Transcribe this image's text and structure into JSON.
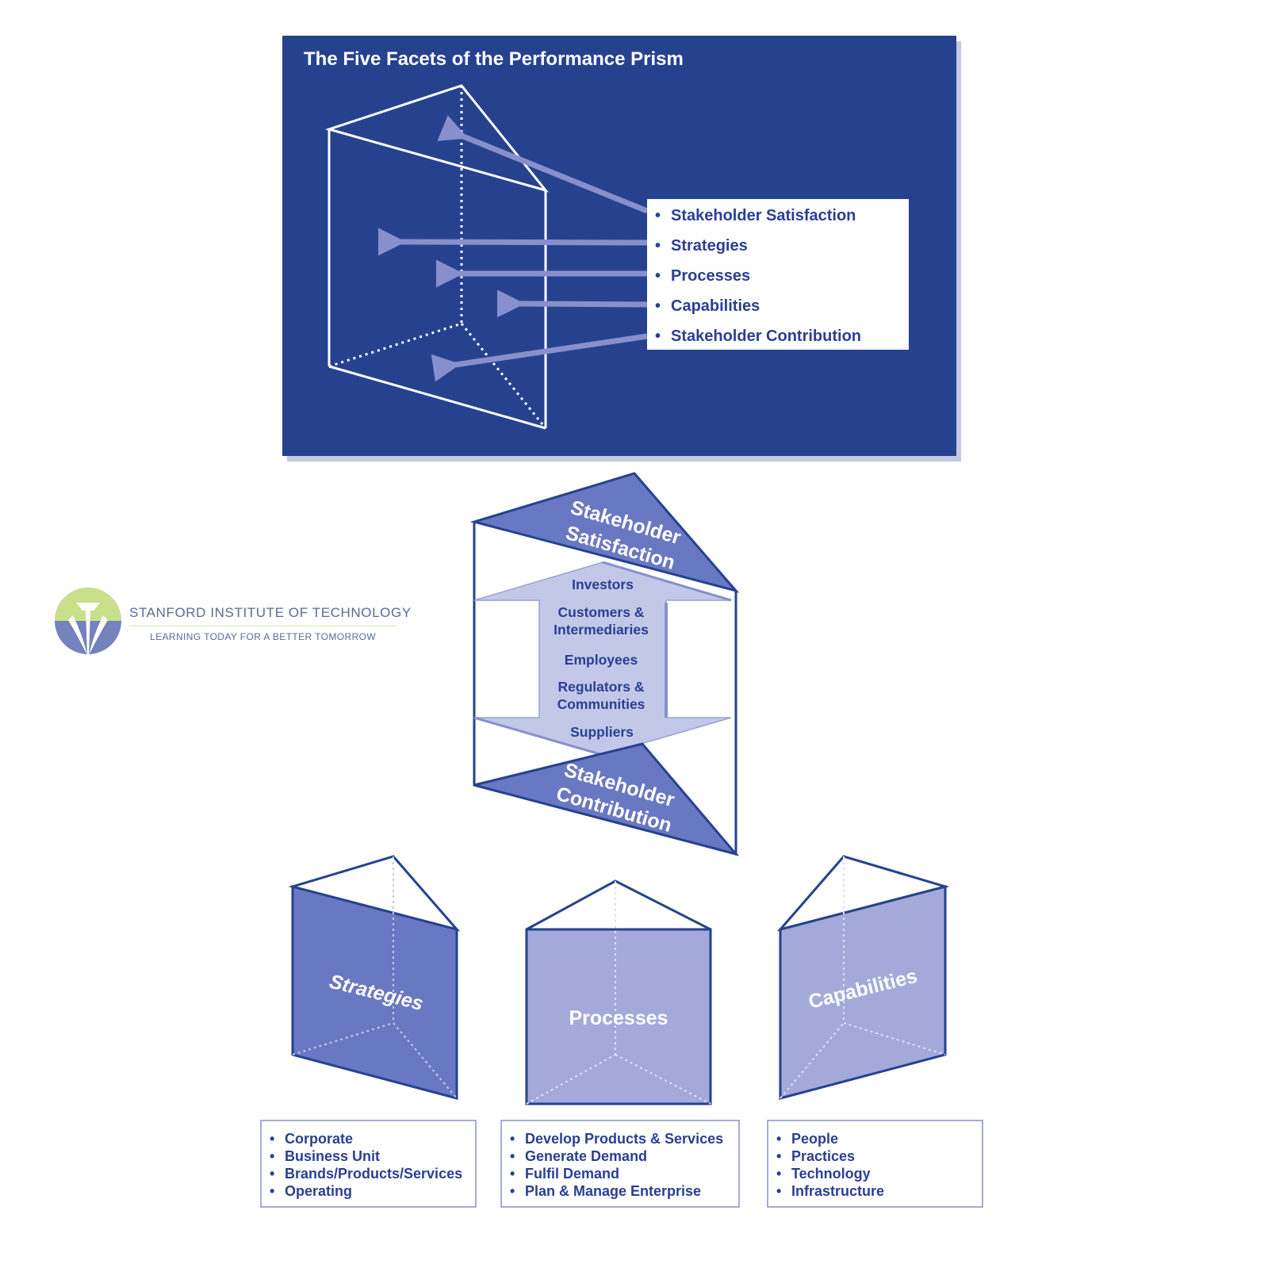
{
  "title": "The Five Facets of the Performance Prism",
  "facets": [
    "Stakeholder Satisfaction",
    "Strategies",
    "Processes",
    "Capabilities",
    "Stakeholder Contribution"
  ],
  "top_prism": {
    "top_label_line1": "Stakeholder",
    "top_label_line2": "Satisfaction",
    "bottom_label_line1": "Stakeholder",
    "bottom_label_line2": "Contribution",
    "stakeholders": [
      "Investors",
      "Customers &",
      "Intermediaries",
      "Employees",
      "Regulators &",
      "Communities",
      "Suppliers"
    ]
  },
  "bottom_prisms": [
    {
      "label": "Strategies",
      "items": [
        "Corporate",
        "Business Unit",
        "Brands/Products/Services",
        "Operating"
      ]
    },
    {
      "label": "Processes",
      "items": [
        "Develop Products & Services",
        "Generate Demand",
        "Fulfil Demand",
        "Plan & Manage Enterprise"
      ]
    },
    {
      "label": "Capabilities",
      "items": [
        "People",
        "Practices",
        "Technology",
        "Infrastructure"
      ]
    }
  ],
  "logo": {
    "name": "STANFORD INSTITUTE OF TECHNOLOGY",
    "tagline": "LEARNING TODAY FOR A BETTER TOMORROW"
  },
  "colors": {
    "navy": "#26428f",
    "facet_dark": "#6978c2",
    "facet_light": "#a3aad9",
    "stakeholder_fill": "#c3c8e8",
    "text_blue": "#2a3f93",
    "logo_green": "#c9df8a"
  }
}
